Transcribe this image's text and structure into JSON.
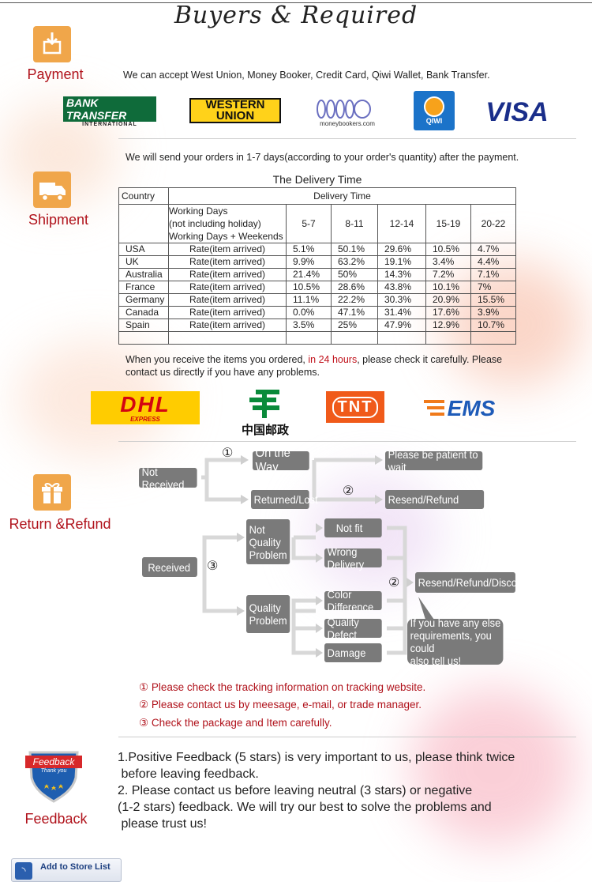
{
  "header": {
    "title": "Buyers & Required"
  },
  "payment": {
    "label": "Payment",
    "text": "We can accept West Union, Money Booker, Credit Card, Qiwi Wallet, Bank Transfer.",
    "logos": {
      "bank_line1": "BANK TRANSFER",
      "bank_line2": "INTERNATIONAL",
      "western_line1": "WESTERN",
      "western_line2": "UNION",
      "moneybookers": "moneybookers.com",
      "qiwi": "QIWI",
      "visa": "VISA"
    }
  },
  "shipment": {
    "label": "Shipment",
    "text": "We will send your orders in 1-7 days(according to your order's quantity) after the payment.",
    "table_title": "The Delivery Time",
    "col_country": "Country",
    "col_delivery": "Delivery Time",
    "working_days_lines": [
      "Working Days",
      "(not including holiday)",
      "Working Days + Weekends"
    ],
    "ranges": [
      "5-7",
      "8-11",
      "12-14",
      "15-19",
      "20-22"
    ],
    "rows": [
      {
        "country": "USA",
        "rate": "Rate(item arrived)",
        "v": [
          "5.1%",
          "50.1%",
          "29.6%",
          "10.5%",
          "4.7%"
        ]
      },
      {
        "country": "UK",
        "rate": "Rate(item arrived)",
        "v": [
          "9.9%",
          "63.2%",
          "19.1%",
          "3.4%",
          "4.4%"
        ]
      },
      {
        "country": "Australia",
        "rate": "Rate(item arrived)",
        "v": [
          "21.4%",
          "50%",
          "14.3%",
          "7.2%",
          "7.1%"
        ]
      },
      {
        "country": "France",
        "rate": "Rate(item arrived)",
        "v": [
          "10.5%",
          "28.6%",
          "43.8%",
          "10.1%",
          "7%"
        ]
      },
      {
        "country": "Germany",
        "rate": "Rate(item arrived)",
        "v": [
          "11.1%",
          "22.2%",
          "30.3%",
          "20.9%",
          "15.5%"
        ]
      },
      {
        "country": "Canada",
        "rate": "Rate(item arrived)",
        "v": [
          "0.0%",
          "47.1%",
          "31.4%",
          "17.6%",
          "3.9%"
        ]
      },
      {
        "country": "Spain",
        "rate": "Rate(item arrived)",
        "v": [
          "3.5%",
          "25%",
          "47.9%",
          "12.9%",
          "10.7%"
        ]
      }
    ],
    "receive_pre": "When you receive the items you ordered, ",
    "receive_red": "in 24 hours",
    "receive_post": ", please check it carefully. Please contact us directly if you have any problems.",
    "carriers": {
      "dhl": "DHL",
      "dhl_sub": "EXPRESS",
      "china_post": "中国邮政",
      "tnt": "TNT",
      "ems": "EMS"
    }
  },
  "refund": {
    "label": "Return &Refund",
    "not_received": "Not Received",
    "on_the_way": "On the Way",
    "be_patient": "Please be patient to wait",
    "returned_lost": "Returned/Lost",
    "resend_refund": "Resend/Refund",
    "received": "Received",
    "not_quality_1": "Not",
    "not_quality_2": "Quality",
    "not_quality_3": "Problem",
    "not_fit": "Not fit",
    "wrong_delivery": "Wrong Delivery",
    "quality_1": "Quality",
    "quality_2": "Problem",
    "color_diff": "Color Difference",
    "quality_defect": "Quality Defect",
    "damage": "Damage",
    "resend_refund_discount": "Resend/Refund/Discount",
    "bubble_1": "If you have any else",
    "bubble_2": "requirements, you could",
    "bubble_3": "also tell us!",
    "n1": "①",
    "n2": "②",
    "n3": "③",
    "notes": [
      "① Please check the tracking information on tracking website.",
      "② Please contact us by meesage, e-mail, or trade manager.",
      "③ Check the package and Item carefully."
    ]
  },
  "feedback": {
    "label": "Feedback",
    "badge_1": "Feedback",
    "badge_2": "Thank you",
    "lines": [
      "1.Positive Feedback (5 stars) is very important to us, please think twice",
      " before leaving feedback.",
      "2. Please contact us before leaving neutral (3 stars) or negative",
      "(1-2 stars) feedback. We will try our best to solve the problems and",
      " please trust us!"
    ]
  },
  "store": {
    "label": "Add to Store List"
  }
}
